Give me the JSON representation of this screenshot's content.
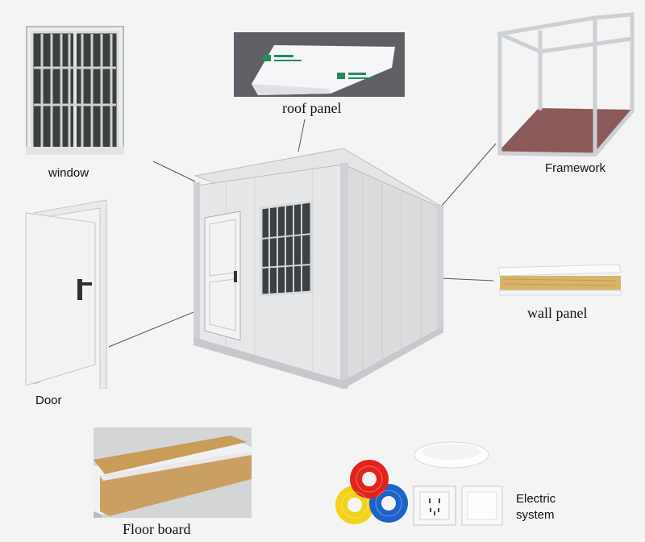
{
  "labels": {
    "window": "window",
    "roof_panel": "roof panel",
    "framework": "Framework",
    "wall_panel": "wall panel",
    "door": "Door",
    "floor_board": "Floor board",
    "electric_line1": "Electric",
    "electric_line2": "system"
  },
  "colors": {
    "background": "#f4f4f4",
    "panel_white": "#eef0f2",
    "frame_grey": "#c9ccd0",
    "floor_brown": "#8a5a5a",
    "insulation": "#d9b36a",
    "wire_red": "#e2231a",
    "wire_yellow": "#f2d21b",
    "wire_blue": "#1d62c9",
    "roof_green": "#1d8f5a"
  }
}
